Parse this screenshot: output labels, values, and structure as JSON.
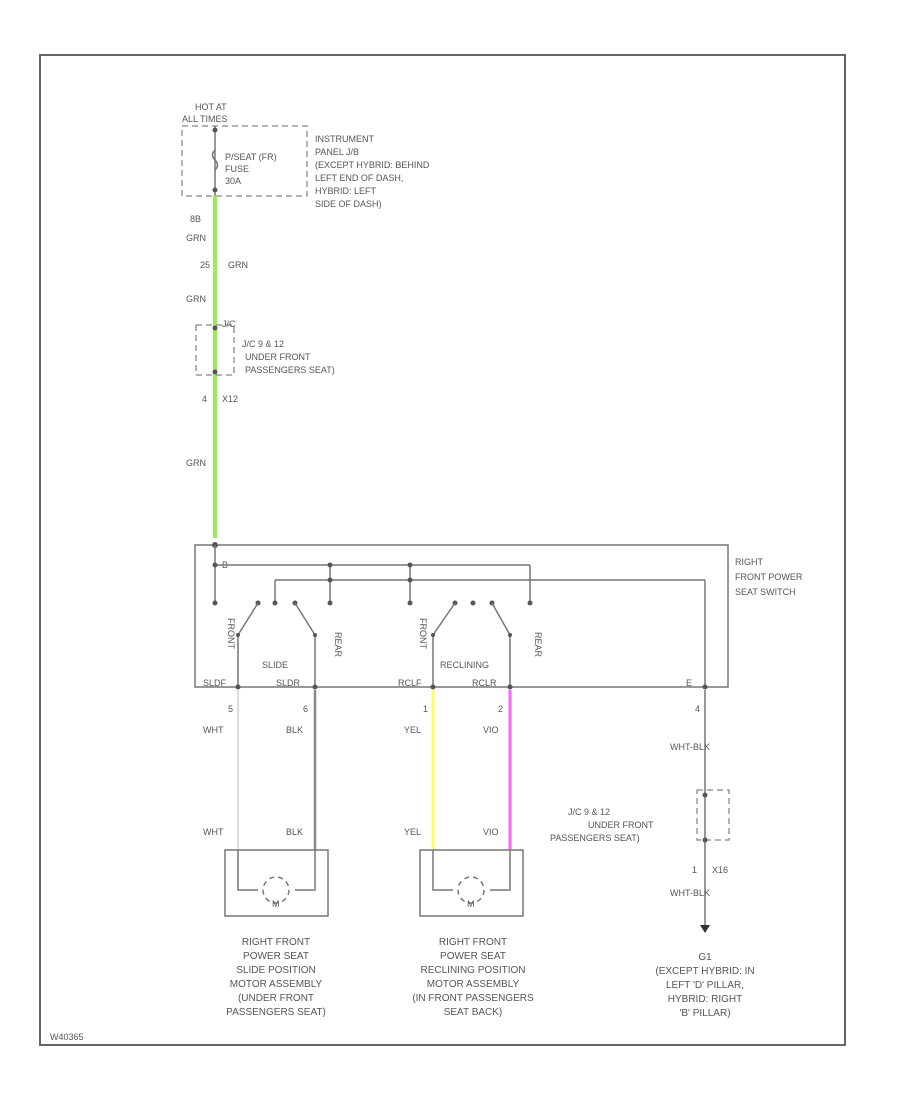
{
  "fuse_box": {
    "hot_label": [
      "HOT AT",
      "ALL TIMES"
    ],
    "fuse_text": [
      "P/SEAT (FR)",
      "FUSE",
      "30A"
    ],
    "location_note": [
      "INSTRUMENT",
      "PANEL J/B",
      "(EXCEPT HYBRID: BEHIND",
      "LEFT END OF DASH,",
      "HYBRID: LEFT",
      "SIDE OF DASH)"
    ]
  },
  "top_wire": {
    "terminal": "8B",
    "color_1": "GRN",
    "splice": "25",
    "splice_color": "GRN",
    "color_2": "GRN",
    "jc_pin": "J/C",
    "jc_text": [
      "J/C 9 & 12",
      "UNDER FRONT",
      "PASSENGERS SEAT)"
    ],
    "lower_connector": "4",
    "lower_connector_id": "X12",
    "color_3": "GRN"
  },
  "switch": {
    "title": [
      "RIGHT",
      "FRONT POWER",
      "SEAT SWITCH"
    ],
    "pin_b": "B",
    "slide_label": "SLIDE",
    "recline_label": "RECLINING",
    "front_labels": [
      "FRONT",
      "FRONT"
    ],
    "rear_labels": [
      "REAR",
      "REAR"
    ],
    "terminals": [
      "SLDF",
      "SLDR",
      "RCLF",
      "RCLR",
      "E"
    ]
  },
  "wires": [
    {
      "pin": "5",
      "color_top": "WHT",
      "color_bottom": "WHT",
      "hex": "#f0f0f0"
    },
    {
      "pin": "6",
      "color_top": "BLK",
      "color_bottom": "BLK",
      "hex": "#888888"
    },
    {
      "pin": "1",
      "color_top": "YEL",
      "color_bottom": "YEL",
      "hex": "#ffff66"
    },
    {
      "pin": "2",
      "color_top": "VIO",
      "color_bottom": "VIO",
      "hex": "#ff66ff"
    }
  ],
  "ground_wire": {
    "pin": "4",
    "color_top": "WHT-BLK",
    "jc_text": [
      "J/C 9 & 12",
      "UNDER FRONT",
      "PASSENGERS SEAT)"
    ],
    "lower_pin": "1",
    "lower_id": "X16",
    "color_bottom": "WHT-BLK"
  },
  "motors": [
    {
      "symbol": "M",
      "caption": [
        "RIGHT FRONT",
        "POWER SEAT",
        "SLIDE POSITION",
        "MOTOR ASSEMBLY",
        "(UNDER FRONT",
        "PASSENGERS SEAT)"
      ]
    },
    {
      "symbol": "M",
      "caption": [
        "RIGHT FRONT",
        "POWER SEAT",
        "RECLINING POSITION",
        "MOTOR ASSEMBLY",
        "(IN FRONT PASSENGERS",
        "SEAT BACK)"
      ]
    }
  ],
  "ground": {
    "caption": [
      "G1",
      "(EXCEPT HYBRID: IN",
      "LEFT 'D' PILLAR,",
      "HYBRID: RIGHT",
      "'B' PILLAR)"
    ]
  },
  "footer_id": "W40365",
  "colors": {
    "green_wire": "#99ee55",
    "white_wire": "#f0f0f0",
    "black_wire": "#888888",
    "yellow_wire": "#ffff66",
    "violet_wire": "#ff66ff",
    "frame": "#666666"
  }
}
